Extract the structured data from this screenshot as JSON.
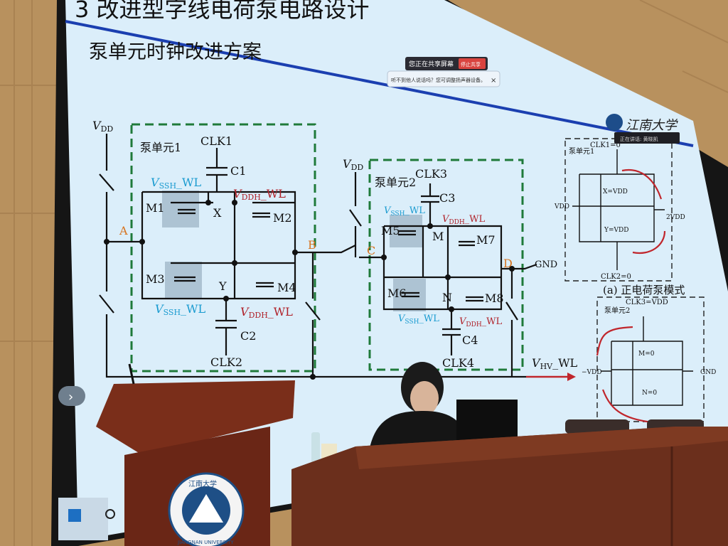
{
  "slide": {
    "title": "3 改进型字线电荷泵电路设计",
    "subtitle": "泵单元时钟改进方案",
    "logo_text": "江南大学",
    "main_circuit": {
      "vdd": {
        "v": "V",
        "sub": "DD"
      },
      "node_a": "A",
      "node_b": "B",
      "node_c": "C",
      "node_d": "D",
      "unit1": "泵单元1",
      "unit2": "泵单元2",
      "clk1": "CLK1",
      "clk2": "CLK2",
      "clk3": "CLK3",
      "clk4": "CLK4",
      "c1": "C1",
      "c2": "C2",
      "c3": "C3",
      "c4": "C4",
      "m1": "M1",
      "m2": "M2",
      "m3": "M3",
      "m4": "M4",
      "m5": "M5",
      "m6": "M6",
      "m7": "M7",
      "m8": "M8",
      "x": "X",
      "y": "Y",
      "m": "M",
      "n": "N",
      "vssh": {
        "v": "V",
        "sub": "SSH",
        "suffix": "_WL"
      },
      "vddh": {
        "v": "V",
        "sub": "DDH",
        "suffix": "_WL"
      },
      "vhv": {
        "v": "V",
        "sub": "HV",
        "suffix": "_WL"
      },
      "gnd": "GND"
    },
    "side_circuit": {
      "unit1": "泵单元1",
      "clk1": "CLK1=0",
      "clk2": "CLK2=0",
      "x": "X=VDD",
      "y": "Y=VDD",
      "a_in": "VDD",
      "b_out": "2VDD",
      "caption": "(a) 正电荷泵模式",
      "unit2": "泵单元2",
      "clk3": "CLK3=VDD",
      "m": "M=0",
      "n": "N=0",
      "c_in": "−VDD",
      "d_out": "GND"
    }
  },
  "notifications": {
    "sharing": "您正在共享屏幕",
    "stop_sharing": "停止共享",
    "audio_tip": "听不到他人说话吗？您可调整扬声器设备。",
    "close": "×",
    "speaking": "正在讲话: 黄晓凯"
  },
  "podium_logo": {
    "text": "江南大学",
    "ring": "JIANGNAN UNIVERSITY"
  },
  "taskbar": {
    "next": "›"
  }
}
